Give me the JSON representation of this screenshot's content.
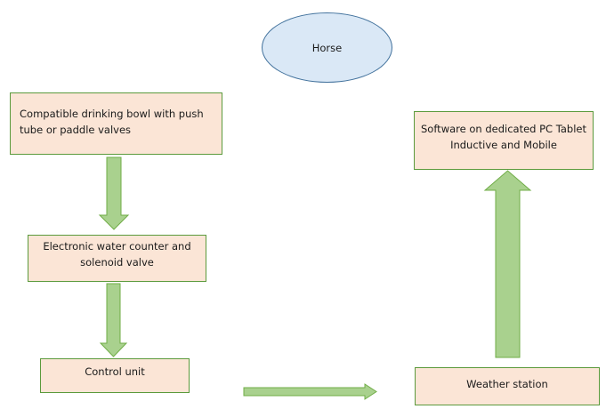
{
  "nodes": {
    "horse": "Horse",
    "drinking_bowl": "Compatible drinking bowl with push tube or paddle valves",
    "water_counter": "Electronic water counter and solenoid valve",
    "control_unit": "Control unit",
    "weather_station": "Weather station",
    "software": "Software on dedicated PC Tablet Inductive and Mobile"
  },
  "colors": {
    "box_fill": "#fbe5d6",
    "box_border": "#5b9a3c",
    "ellipse_fill": "#dae8f6",
    "ellipse_border": "#41719c",
    "arrow_fill": "#a9d18e",
    "arrow_border": "#70ad47"
  }
}
